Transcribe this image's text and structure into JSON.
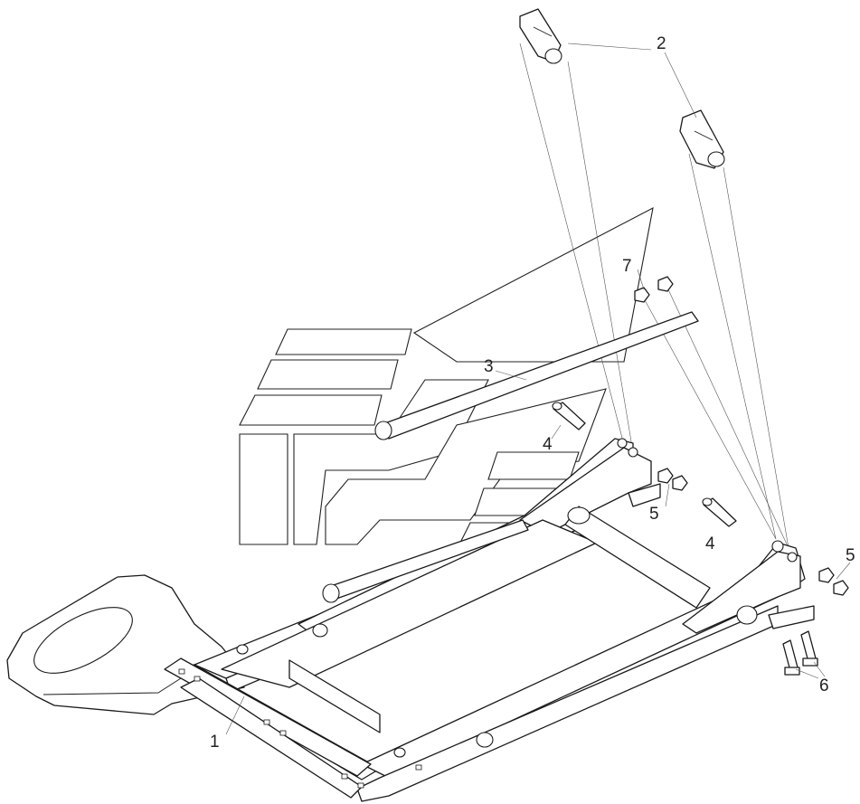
{
  "callouts": [
    {
      "id": "1",
      "label": "1"
    },
    {
      "id": "2",
      "label": "2"
    },
    {
      "id": "3",
      "label": "3"
    },
    {
      "id": "4a",
      "label": "4"
    },
    {
      "id": "4b",
      "label": "4"
    },
    {
      "id": "5a",
      "label": "5"
    },
    {
      "id": "5b",
      "label": "5"
    },
    {
      "id": "6",
      "label": "6"
    },
    {
      "id": "7",
      "label": "7"
    }
  ]
}
